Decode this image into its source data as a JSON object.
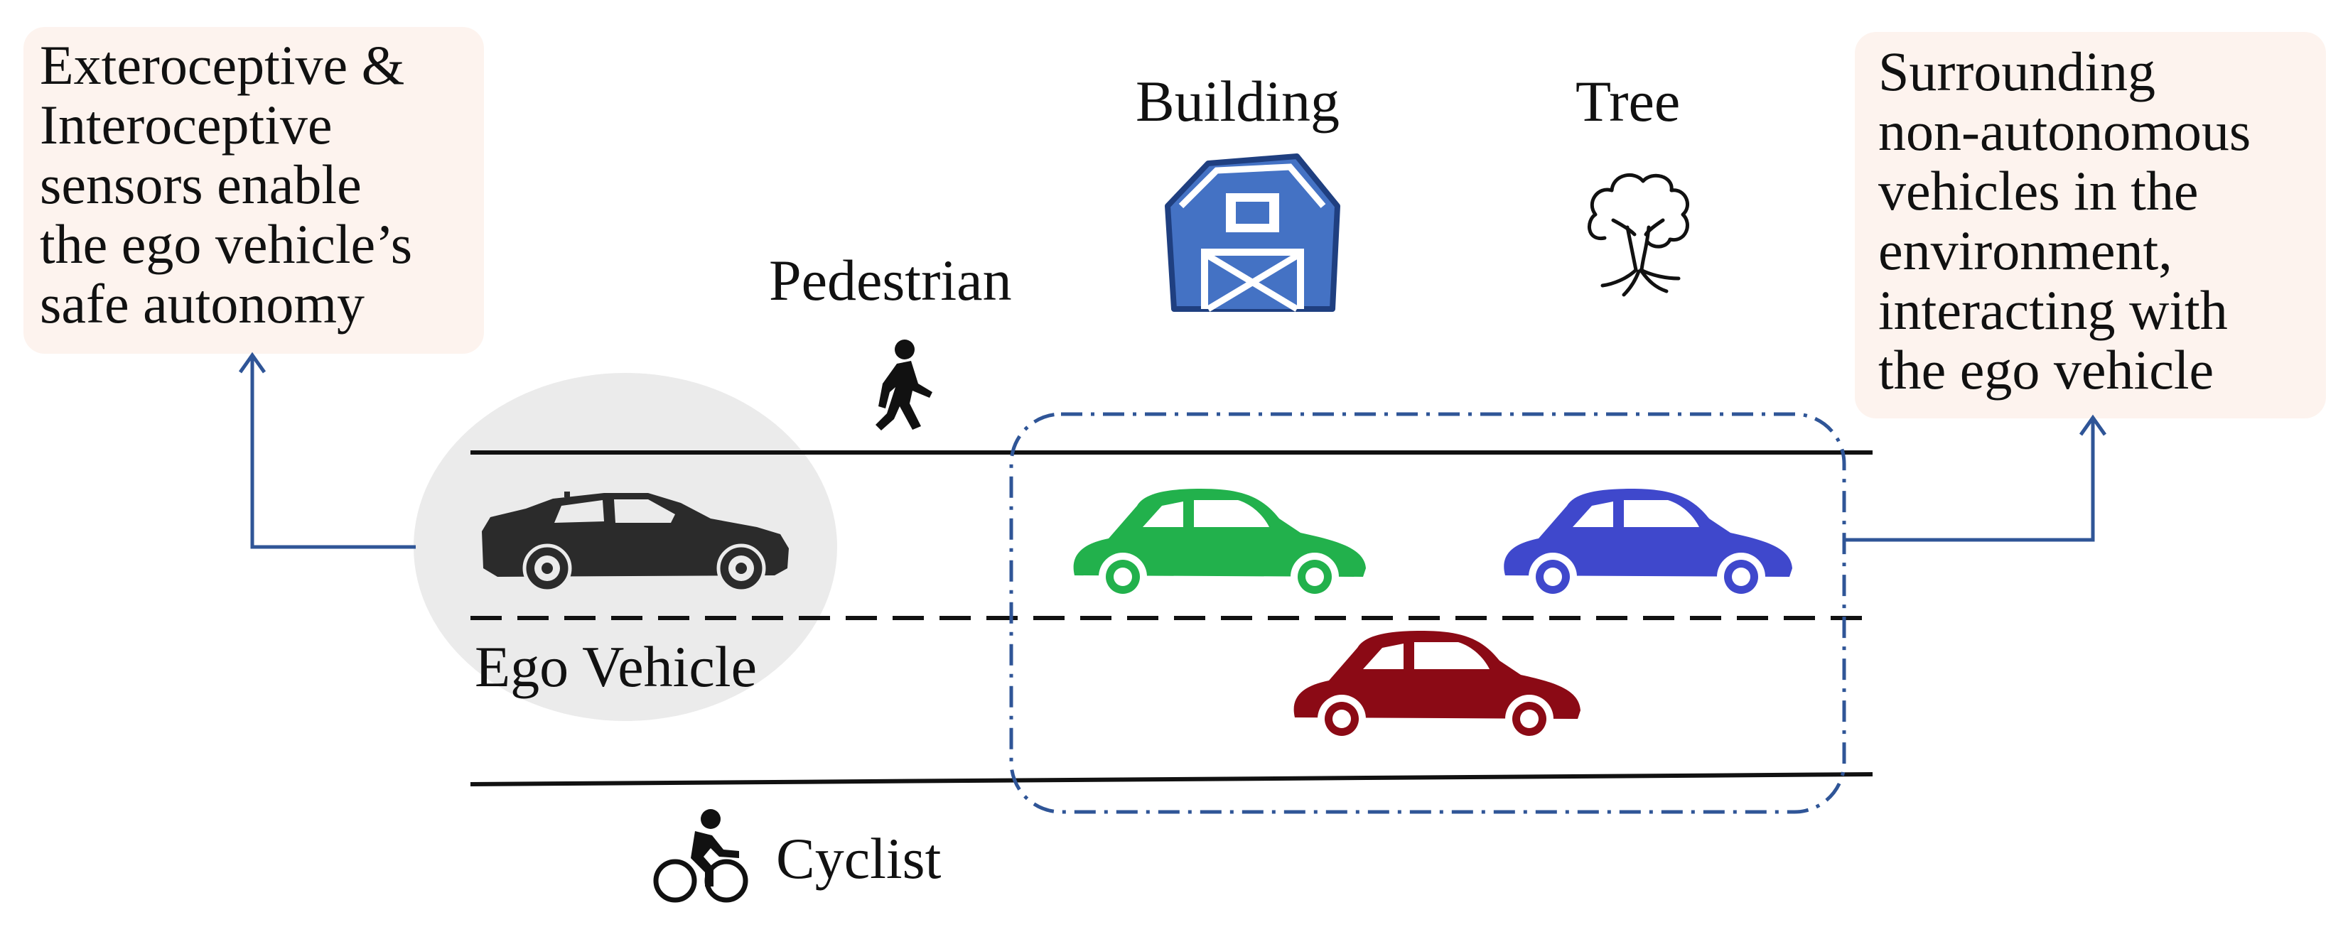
{
  "left_note": {
    "lines": [
      "Exteroceptive &",
      "Interoceptive",
      "sensors enable",
      "the ego vehicle’s",
      "safe autonomy"
    ],
    "bg_color": "#fdf3ee"
  },
  "right_note": {
    "lines": [
      "Surrounding",
      "non-autonomous",
      "vehicles in the",
      "environment,",
      "interacting with",
      "the ego vehicle"
    ],
    "bg_color": "#fdf3ee"
  },
  "labels": {
    "building": "Building",
    "tree": "Tree",
    "pedestrian": "Pedestrian",
    "ego_vehicle": "Ego Vehicle",
    "cyclist": "Cyclist"
  },
  "colors": {
    "arrow": "#2f5597",
    "dashed_box": "#2f5597",
    "ego_circle": "#ebebeb",
    "ego_car": "#2b2b2b",
    "car_green": "#22b14c",
    "car_blue": "#3f48cc",
    "car_red": "#8b0a15",
    "building": "#4472c4"
  },
  "icons": [
    "left-note-box",
    "right-note-box",
    "barn-icon",
    "tree-icon",
    "pedestrian-icon",
    "cyclist-icon",
    "ego-car-icon",
    "green-car-icon",
    "blue-car-icon",
    "red-car-icon"
  ]
}
